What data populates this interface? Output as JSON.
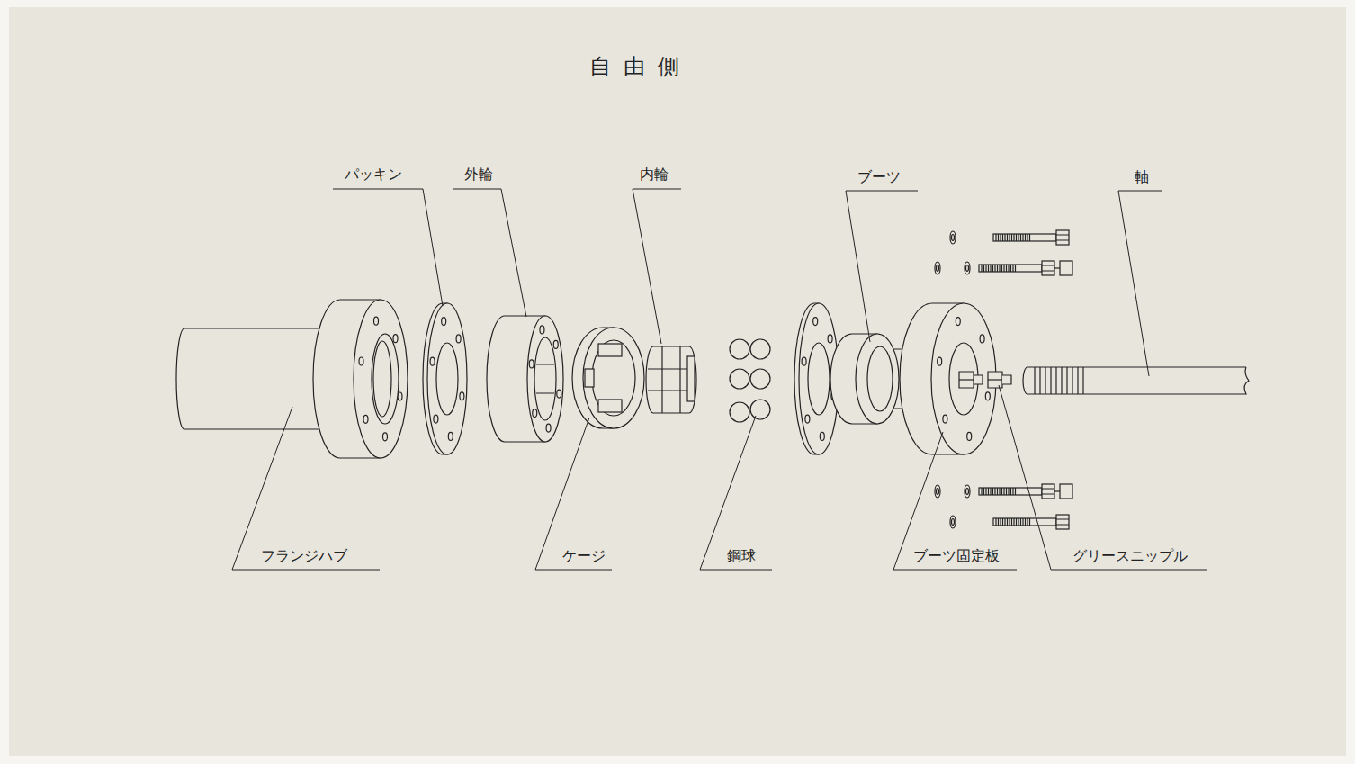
{
  "diagram": {
    "title": "自由側",
    "labels": [
      "パッキン",
      "外輪",
      "内輪",
      "ブーツ",
      "軸",
      "フランジハブ",
      "ケージ",
      "鋼球",
      "ブーツ固定板",
      "グリースニップル"
    ]
  }
}
